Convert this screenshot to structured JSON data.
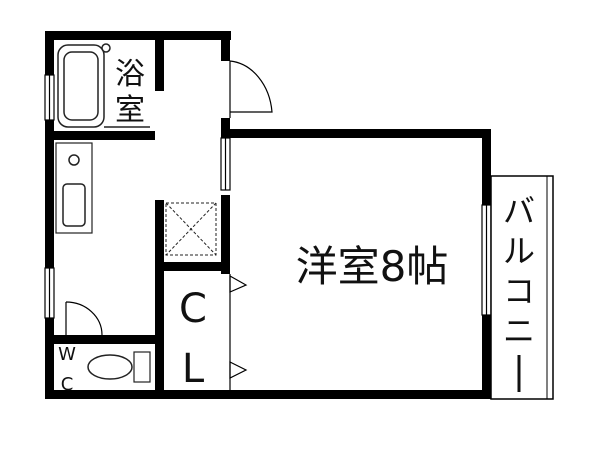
{
  "floorplan": {
    "rooms": {
      "bath": {
        "label_line1": "浴",
        "label_line2": "室"
      },
      "western_room": {
        "label": "洋室8帖"
      },
      "closet": {
        "label_line1": "C",
        "label_line2": "L"
      },
      "toilet": {
        "label_line1": "W",
        "label_line2": "C"
      },
      "balcony": {
        "label_chars": [
          "バ",
          "ル",
          "コ",
          "ニ",
          "ー"
        ]
      }
    },
    "colors": {
      "wall": "#000000",
      "background": "#ffffff",
      "fixture_fill": "#d9d9d9",
      "fixture_stroke": "#222222"
    }
  }
}
